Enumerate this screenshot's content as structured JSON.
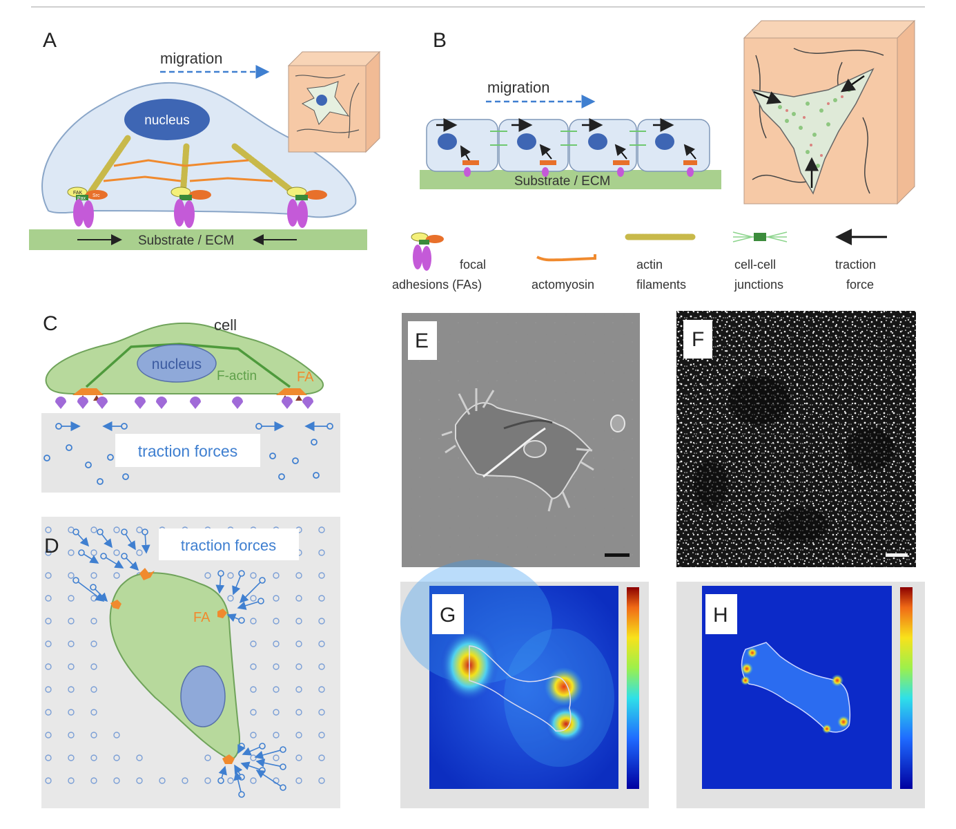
{
  "panels": {
    "a": {
      "label": "A",
      "migration": "migration",
      "nucleus": "nucleus",
      "substrate": "Substrate / ECM",
      "fa_parts": [
        "FAK",
        "Src",
        "Pax"
      ]
    },
    "b": {
      "label": "B",
      "migration": "migration",
      "substrate": "Substrate / ECM"
    },
    "legend": {
      "focal": [
        "focal",
        "adhesions (FAs)"
      ],
      "actomyosin": [
        "actomyosin"
      ],
      "actin": [
        "actin",
        "filaments"
      ],
      "junctions": [
        "cell-cell",
        "junctions"
      ],
      "traction": [
        "traction",
        "force"
      ]
    },
    "c": {
      "label": "C",
      "cell": "cell",
      "nucleus": "nucleus",
      "factin": "F-actin",
      "fa": "FA",
      "traction": "traction forces"
    },
    "d": {
      "label": "D",
      "traction": "traction forces",
      "fa": "FA"
    },
    "e": {
      "label": "E"
    },
    "f": {
      "label": "F"
    },
    "g": {
      "label": "G"
    },
    "h": {
      "label": "H"
    }
  },
  "colors": {
    "substrate": "#a9d08e",
    "cell_fill": "#dde8f5",
    "nucleus": "#3e66b4",
    "actomyosin": "#f08a2e",
    "integrin": "#c45ad8",
    "arrow_blue": "#3f7fd0",
    "matrix_3d": "#f6c9a6",
    "cell_green": "#b7d99c"
  }
}
